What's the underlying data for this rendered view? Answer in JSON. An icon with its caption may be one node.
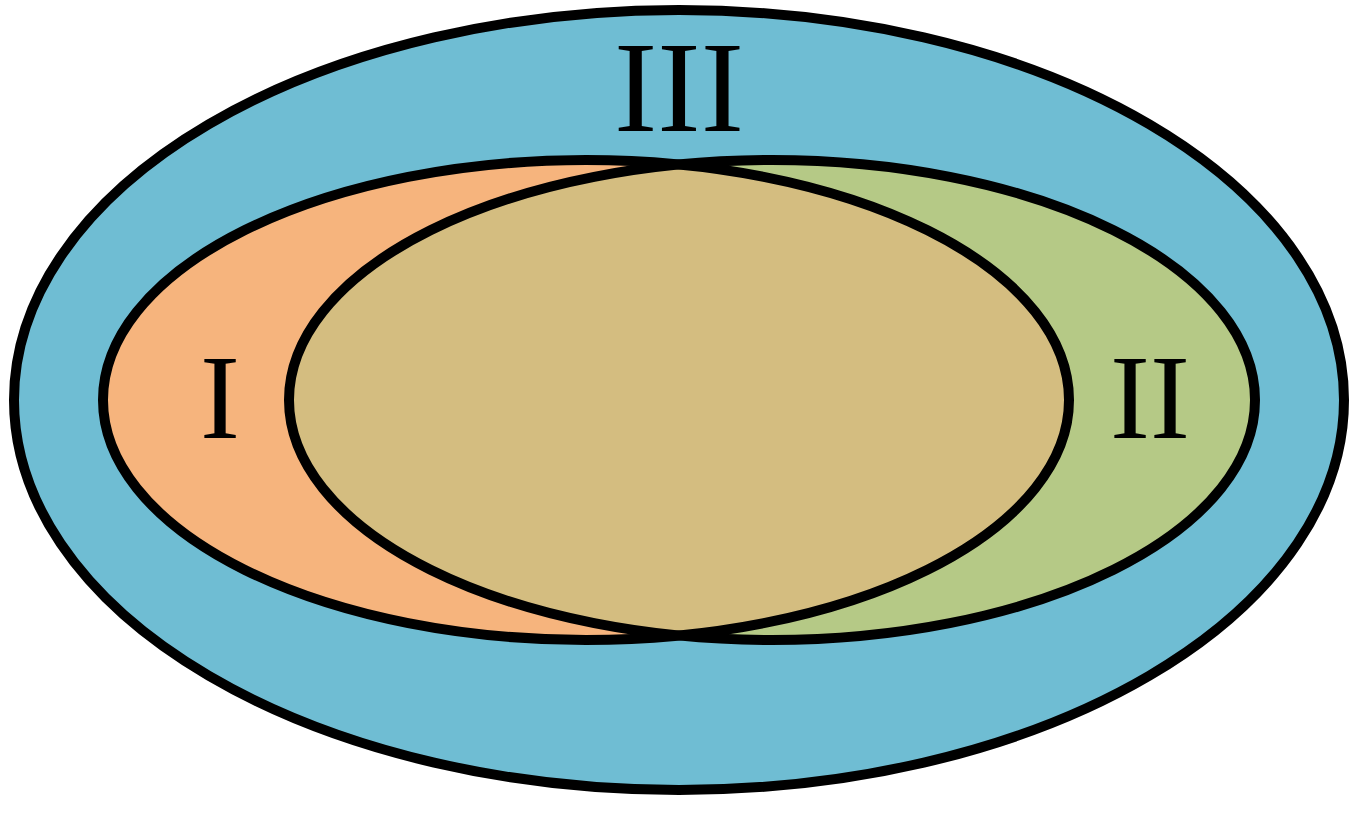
{
  "diagram": {
    "nodes": [
      {
        "text": [
          "III"
        ]
      },
      {
        "text": [
          "I"
        ],
        "in": 0
      },
      {
        "text": [
          "II"
        ],
        "in": 0
      }
    ]
  }
}
